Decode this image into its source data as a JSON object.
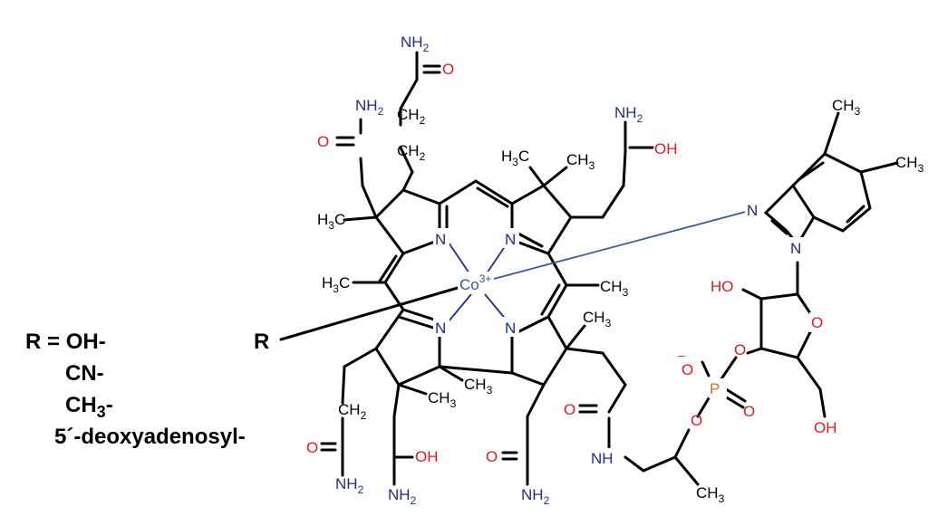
{
  "colors": {
    "nitrogen": "#1f2d8a",
    "oxygen": "#e01b22",
    "phosphorus": "#c8781e",
    "cobalt": "#2a5f8f",
    "bond": "#000000"
  },
  "legend": {
    "prefix": "R = ",
    "options": [
      "OH-",
      "CN-",
      "CH3-",
      "5´-deoxyadenosyl-"
    ]
  },
  "labels": {
    "R": "R",
    "Co": "Co",
    "Co_charge": "3+",
    "N": "N",
    "O": "O",
    "OH": "OH",
    "HO": "HO",
    "NH": "NH",
    "NH2": "NH2",
    "CH2": "CH2",
    "CH3": "CH3",
    "H3C": "H3C",
    "P": "P",
    "O_minus": "O",
    "minus": "−"
  }
}
